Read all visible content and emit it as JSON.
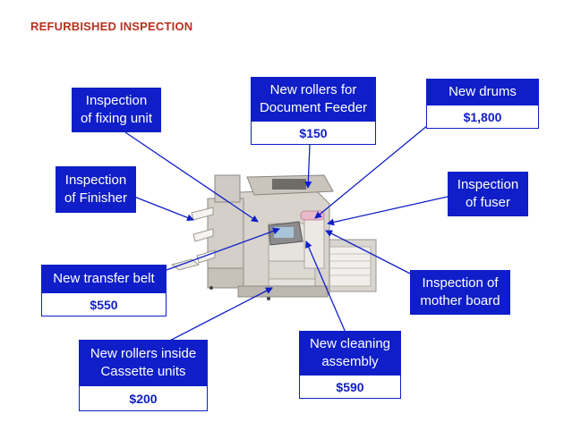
{
  "title": "REFURBISHED INSPECTION",
  "colors": {
    "callout": "#0f1ec8",
    "title": "#b5321f",
    "arrow": "#0f1ec8"
  },
  "callouts": {
    "fixing": {
      "label": "Inspection\nof fixing unit"
    },
    "docfeeder": {
      "label": "New rollers for\nDocument Feeder",
      "price": "$150"
    },
    "drums": {
      "label": "New drums",
      "price": "$1,800"
    },
    "finisher": {
      "label": "Inspection\nof Finisher"
    },
    "fuser": {
      "label": "Inspection\nof fuser"
    },
    "transfer": {
      "label": "New transfer belt",
      "price": "$550"
    },
    "motherboard": {
      "label": "Inspection of\nmother board"
    },
    "cassette": {
      "label": "New rollers inside\nCassette units",
      "price": "$200"
    },
    "cleaning": {
      "label": "New cleaning\nassembly",
      "price": "$590"
    }
  }
}
